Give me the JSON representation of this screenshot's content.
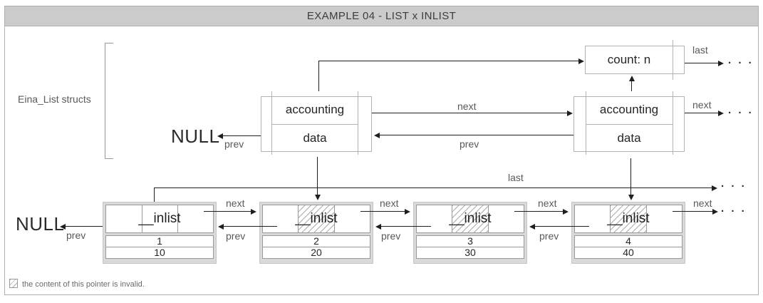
{
  "title": "EXAMPLE 04 - LIST x INLIST",
  "bracket_label": "Eina_List structs",
  "labels": {
    "next": "next",
    "prev": "prev",
    "last": "last",
    "null_value": "NULL",
    "ellipsis": ". . ."
  },
  "count_box": {
    "label": "count: n"
  },
  "eina_list_structs": [
    {
      "field_top": "accounting",
      "field_bottom": "data"
    },
    {
      "field_top": "accounting",
      "field_bottom": "data"
    }
  ],
  "inlist_nodes": [
    {
      "label": "__inlist",
      "pointer_invalid": false,
      "rows": [
        "1",
        "10"
      ]
    },
    {
      "label": "__inlist",
      "pointer_invalid": true,
      "rows": [
        "2",
        "20"
      ]
    },
    {
      "label": "__inlist",
      "pointer_invalid": true,
      "rows": [
        "3",
        "30"
      ]
    },
    {
      "label": "__inlist",
      "pointer_invalid": true,
      "rows": [
        "4",
        "40"
      ]
    }
  ],
  "legend": {
    "note": "the content of this pointer is invalid."
  },
  "colors": {
    "header_fill": "#cbcbcb",
    "line": "#1f1f1f",
    "construction_line": "#b3b3b3",
    "node_frame_fill": "#d9d9d9",
    "cell_border": "#9a9a9a",
    "label_text": "#595959"
  }
}
